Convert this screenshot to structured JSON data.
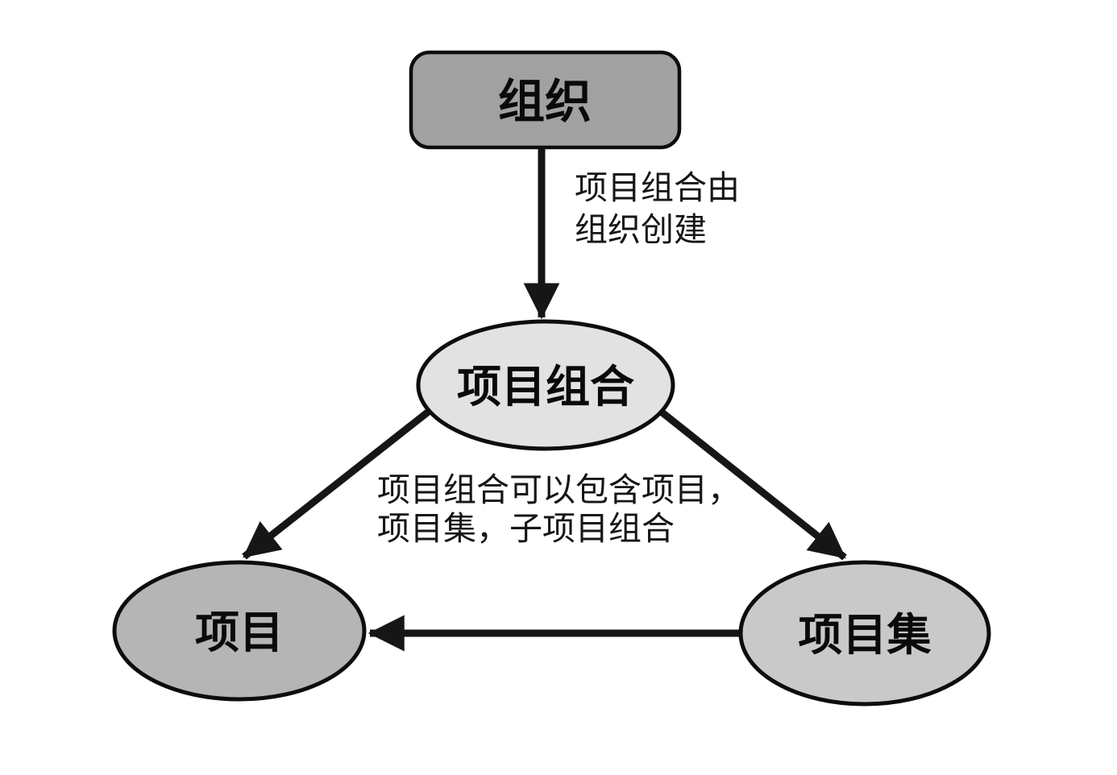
{
  "diagram": {
    "background": "#ffffff",
    "stroke_color": "#161616",
    "text_color": "#0a0a0a",
    "nodes": {
      "organization": {
        "label": "组织",
        "shape": "rounded-rectangle",
        "fill": "#a1a1a1"
      },
      "portfolio": {
        "label": "项目组合",
        "shape": "ellipse",
        "fill": "#e2e2e2"
      },
      "project": {
        "label": "项目",
        "shape": "ellipse",
        "fill": "#b5b5b5"
      },
      "program": {
        "label": "项目集",
        "shape": "ellipse",
        "fill": "#c9c9c9"
      }
    },
    "edges": {
      "organization_to_portfolio": {
        "from": "organization",
        "to": "portfolio"
      },
      "portfolio_to_project": {
        "from": "portfolio",
        "to": "project"
      },
      "portfolio_to_program": {
        "from": "portfolio",
        "to": "program"
      },
      "program_to_project": {
        "from": "program",
        "to": "project"
      }
    },
    "annotations": {
      "creation_note": {
        "lines": [
          "项目组合由",
          "组织创建"
        ]
      },
      "containment_note": {
        "lines": [
          "项目组合可以包含项目，",
          "项目集，子项目组合"
        ]
      }
    }
  }
}
